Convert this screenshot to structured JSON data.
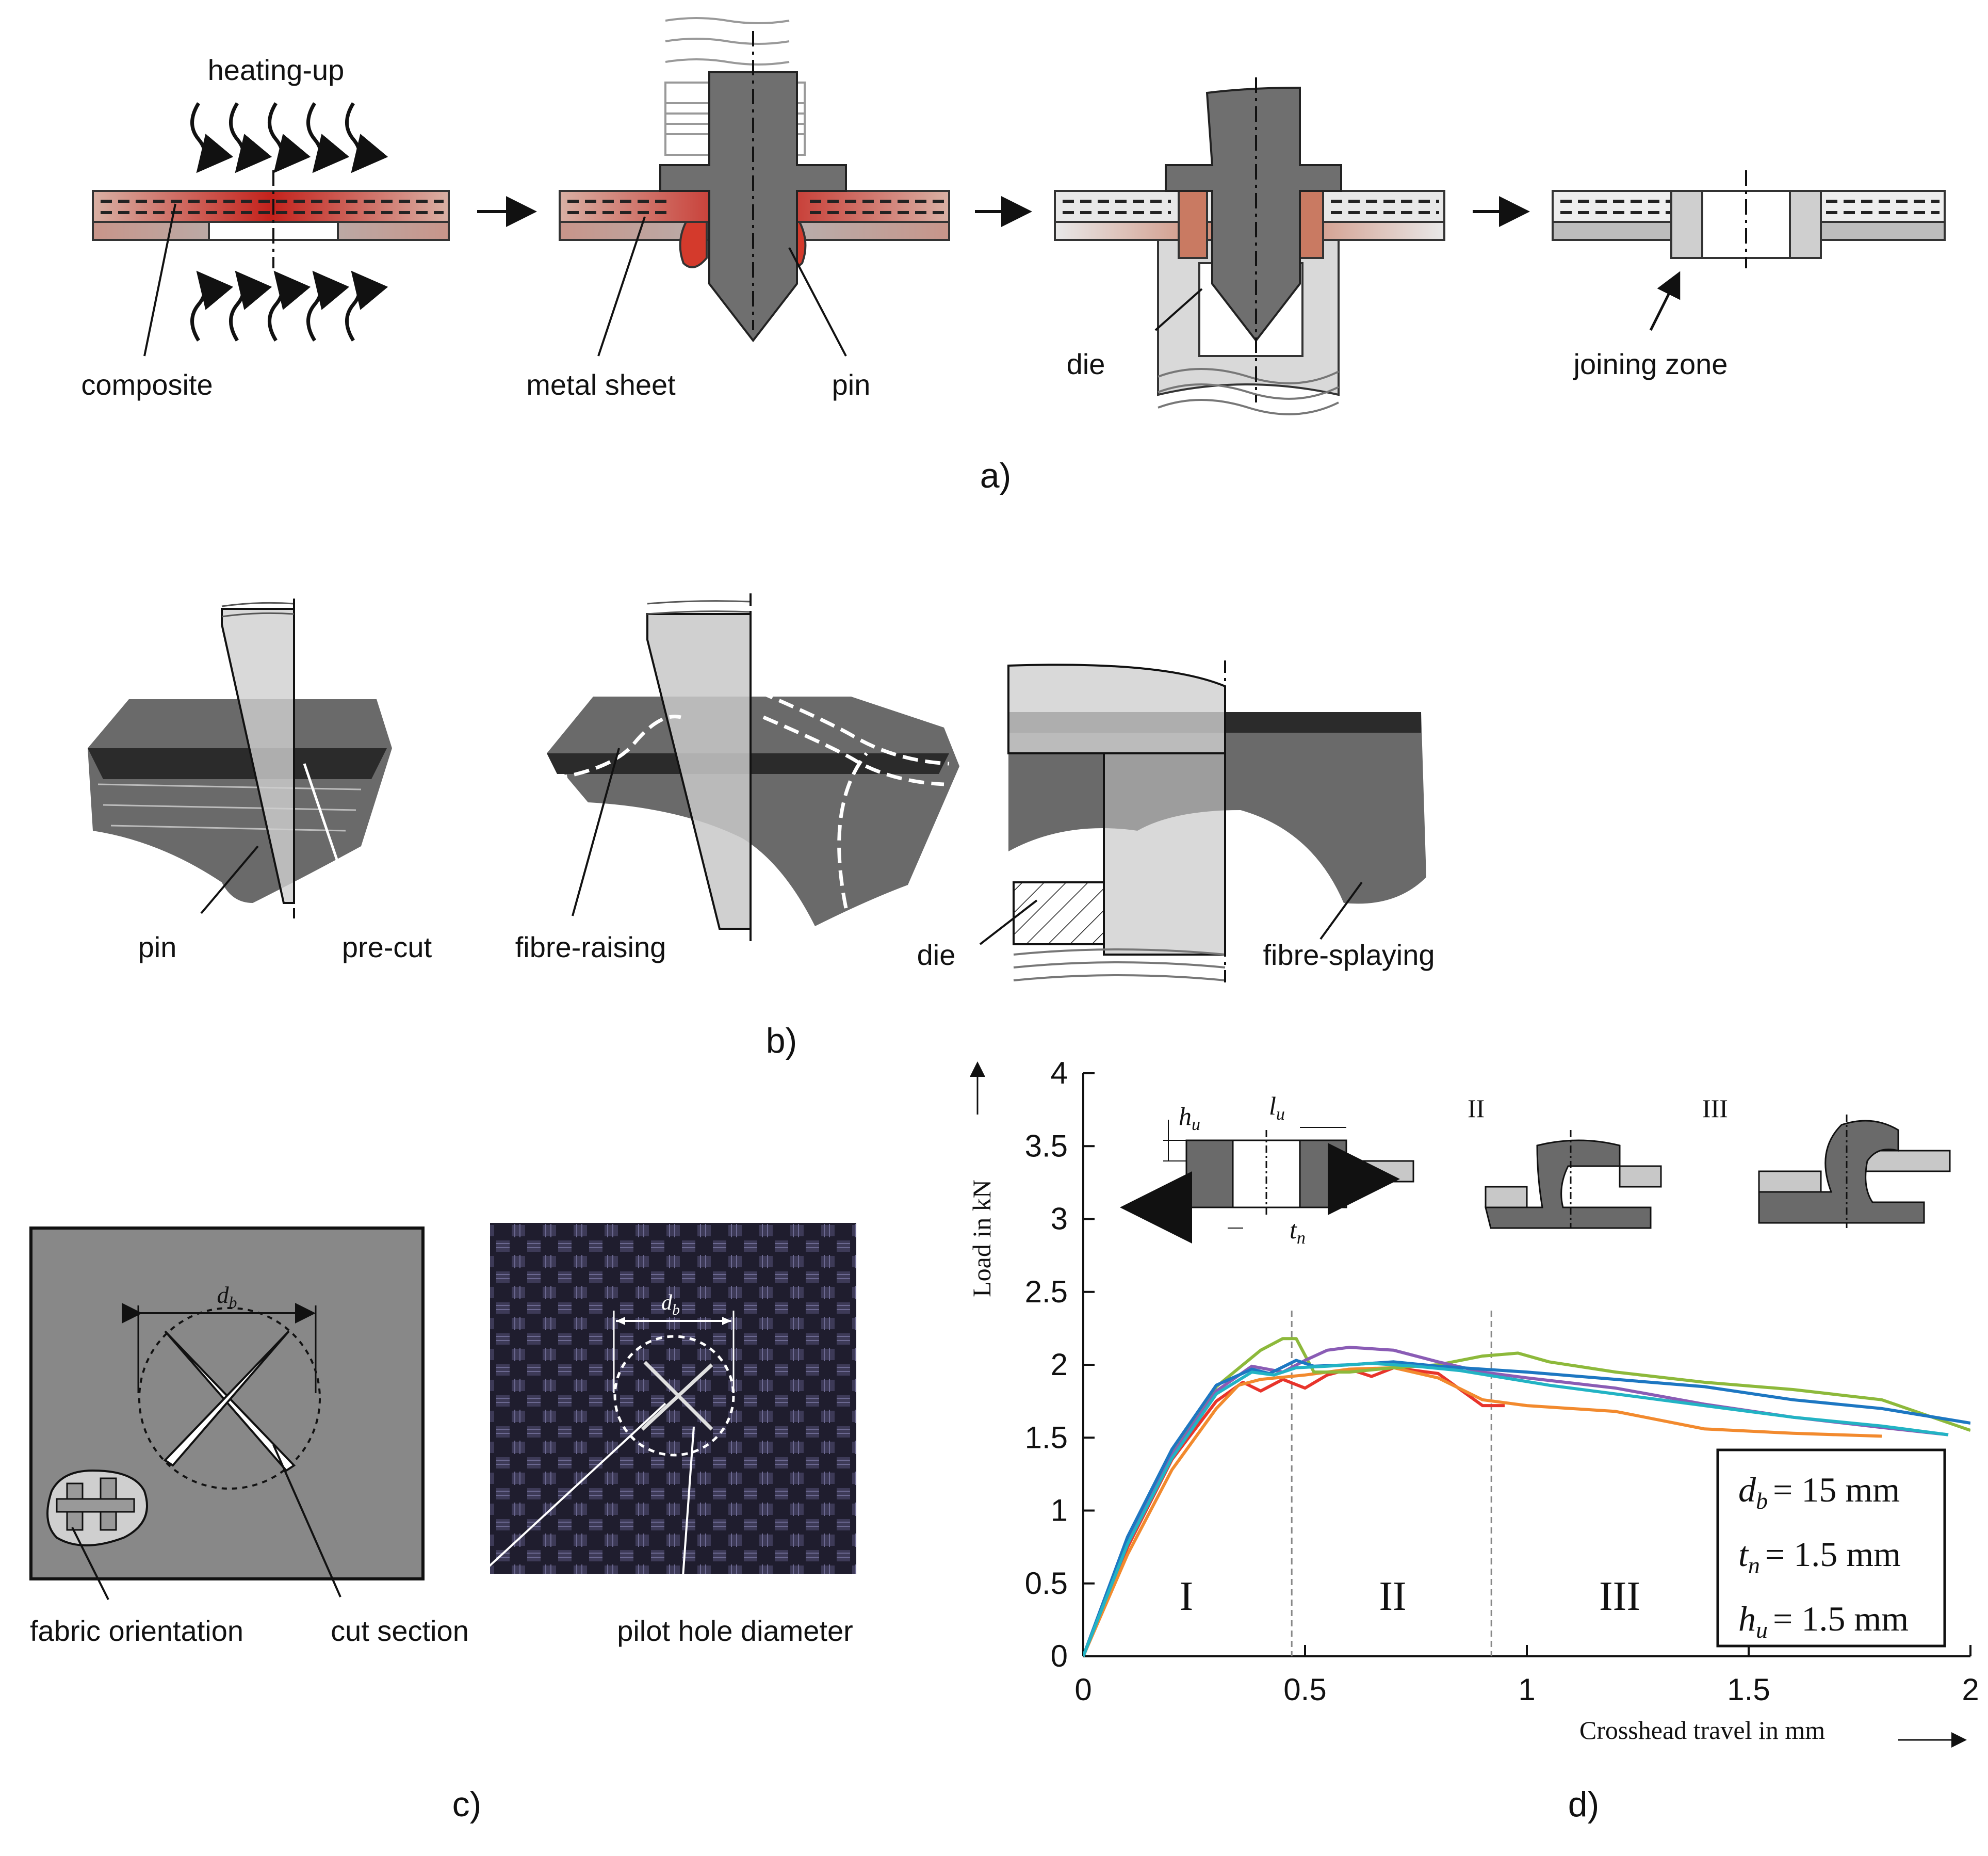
{
  "panel_a": {
    "heating_label": "heating-up",
    "composite_label": "composite",
    "metal_sheet_label": "metal sheet",
    "pin_label": "pin",
    "die_label": "die",
    "joining_zone_label": "joining zone",
    "caption": "a)"
  },
  "panel_b": {
    "pin_label": "pin",
    "precut_label": "pre-cut",
    "fibre_raising_label": "fibre-raising",
    "die_label": "die",
    "fibre_splaying_label": "fibre-splaying",
    "caption": "b)"
  },
  "panel_c": {
    "db_label": "d",
    "db_sub": "b",
    "fabric_orientation_label": "fabric orientation",
    "cut_section_label": "cut section",
    "pilot_hole_label": "pilot hole diameter",
    "caption": "c)"
  },
  "panel_d": {
    "caption": "d)",
    "inset": {
      "hu": "h",
      "hu_sub": "u",
      "lu": "l",
      "lu_sub": "u",
      "tn": "t",
      "tn_sub": "n",
      "stage_II": "II",
      "stage_III": "III"
    },
    "params": {
      "db_sym": "d",
      "db_sub": "b",
      "db_val": "=  15 mm",
      "tn_sym": "t",
      "tn_sub": "n",
      "tn_val": "= 1.5 mm",
      "hu_sym": "h",
      "hu_sub": "u",
      "hu_val": "= 1.5 mm"
    },
    "regions": [
      "I",
      "II",
      "III"
    ]
  },
  "chart_data": {
    "type": "line",
    "xlabel": "Crosshead travel in mm",
    "ylabel": "Load in kN",
    "xlim": [
      0,
      2
    ],
    "ylim": [
      0,
      4
    ],
    "x_ticks": [
      "0",
      "0.5",
      "1",
      "1.5",
      "2"
    ],
    "y_ticks": [
      "0",
      "0.5",
      "1",
      "1.5",
      "2",
      "2.5",
      "3",
      "3.5",
      "4"
    ],
    "grid": false,
    "region_boundaries": [
      0.47,
      0.92
    ],
    "series": [
      {
        "color": "#e8342b",
        "x": [
          0,
          0.1,
          0.2,
          0.3,
          0.36,
          0.4,
          0.45,
          0.5,
          0.55,
          0.6,
          0.65,
          0.7,
          0.8,
          0.9,
          0.95
        ],
        "y": [
          0,
          0.75,
          1.35,
          1.75,
          1.88,
          1.82,
          1.9,
          1.84,
          1.93,
          1.97,
          1.92,
          1.98,
          1.94,
          1.72,
          1.72
        ]
      },
      {
        "color": "#f28a2e",
        "x": [
          0,
          0.1,
          0.2,
          0.3,
          0.35,
          0.4,
          0.5,
          0.6,
          0.7,
          0.8,
          0.9,
          1.0,
          1.2,
          1.4,
          1.6,
          1.8
        ],
        "y": [
          0,
          0.7,
          1.28,
          1.7,
          1.86,
          1.9,
          1.93,
          1.97,
          1.98,
          1.91,
          1.76,
          1.72,
          1.68,
          1.56,
          1.53,
          1.51
        ]
      },
      {
        "color": "#8db93b",
        "x": [
          0,
          0.1,
          0.2,
          0.3,
          0.4,
          0.45,
          0.48,
          0.52,
          0.6,
          0.7,
          0.8,
          0.9,
          0.98,
          1.05,
          1.2,
          1.4,
          1.6,
          1.8,
          2.0
        ],
        "y": [
          0,
          0.8,
          1.4,
          1.85,
          2.1,
          2.18,
          2.18,
          1.95,
          1.95,
          1.98,
          2.0,
          2.06,
          2.08,
          2.02,
          1.95,
          1.88,
          1.83,
          1.76,
          1.55
        ]
      },
      {
        "color": "#8a5cb5",
        "x": [
          0,
          0.1,
          0.2,
          0.3,
          0.38,
          0.45,
          0.5,
          0.55,
          0.6,
          0.7,
          0.8,
          0.9,
          1.0,
          1.2,
          1.4,
          1.6,
          1.8,
          1.95
        ],
        "y": [
          0,
          0.78,
          1.38,
          1.82,
          1.99,
          1.95,
          2.03,
          2.1,
          2.12,
          2.1,
          2.02,
          1.95,
          1.91,
          1.84,
          1.73,
          1.64,
          1.57,
          1.52
        ]
      },
      {
        "color": "#1d77c2",
        "x": [
          0,
          0.1,
          0.2,
          0.3,
          0.38,
          0.42,
          0.48,
          0.52,
          0.6,
          0.7,
          0.8,
          0.9,
          1.0,
          1.2,
          1.4,
          1.6,
          1.8,
          2.0
        ],
        "y": [
          0,
          0.82,
          1.42,
          1.86,
          1.97,
          1.94,
          2.03,
          1.99,
          2.0,
          2.02,
          1.99,
          1.97,
          1.95,
          1.9,
          1.85,
          1.76,
          1.7,
          1.6
        ]
      },
      {
        "color": "#22b3c4",
        "x": [
          0,
          0.1,
          0.2,
          0.3,
          0.38,
          0.43,
          0.48,
          0.55,
          0.65,
          0.75,
          0.85,
          0.95,
          1.05,
          1.2,
          1.4,
          1.6,
          1.8,
          1.95
        ],
        "y": [
          0,
          0.77,
          1.36,
          1.8,
          1.95,
          1.93,
          1.98,
          1.99,
          2.01,
          1.99,
          1.96,
          1.91,
          1.86,
          1.8,
          1.72,
          1.64,
          1.58,
          1.52
        ]
      }
    ]
  }
}
